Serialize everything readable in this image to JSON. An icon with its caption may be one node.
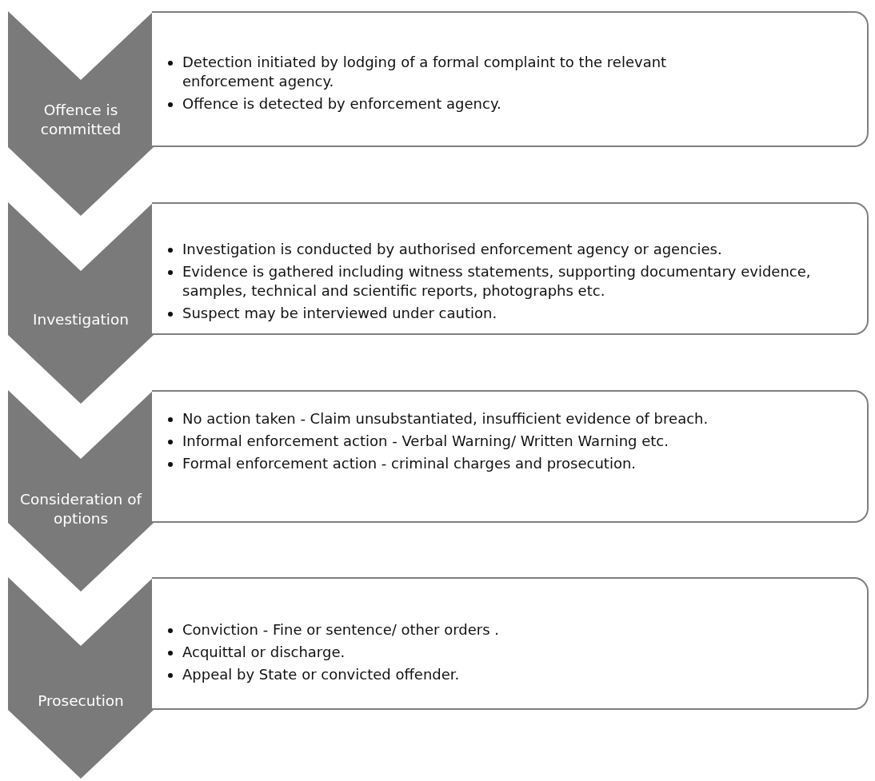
{
  "diagram": {
    "nodes": [
      {
        "text": [
          "Offence is committed"
        ]
      },
      {
        "text": [
          "Detection initiated by lodging of a formal complaint to the relevant enforcement agency.",
          "Offence is detected by enforcement agency."
        ]
      },
      {
        "text": [
          "Investigation"
        ]
      },
      {
        "text": [
          "Investigation is conducted by authorised enforcement agency or agencies.",
          "Evidence is gathered including witness statements, supporting documentary evidence, samples, technical and scientific reports, photographs etc.",
          "Suspect may be interviewed under caution."
        ]
      },
      {
        "text": [
          "Consideration of options"
        ]
      },
      {
        "text": [
          "No action taken - Claim unsubstantiated, insufficient evidence of breach.",
          "Informal enforcement  action - Verbal Warning/ Written Warning etc.",
          "Formal enforcement action - criminal charges and prosecution."
        ]
      },
      {
        "text": [
          "Prosecution"
        ]
      },
      {
        "text": [
          " Conviction - Fine or sentence/ other orders .",
          "Acquittal or discharge.",
          "Appeal  by State or convicted  offender."
        ]
      }
    ]
  }
}
